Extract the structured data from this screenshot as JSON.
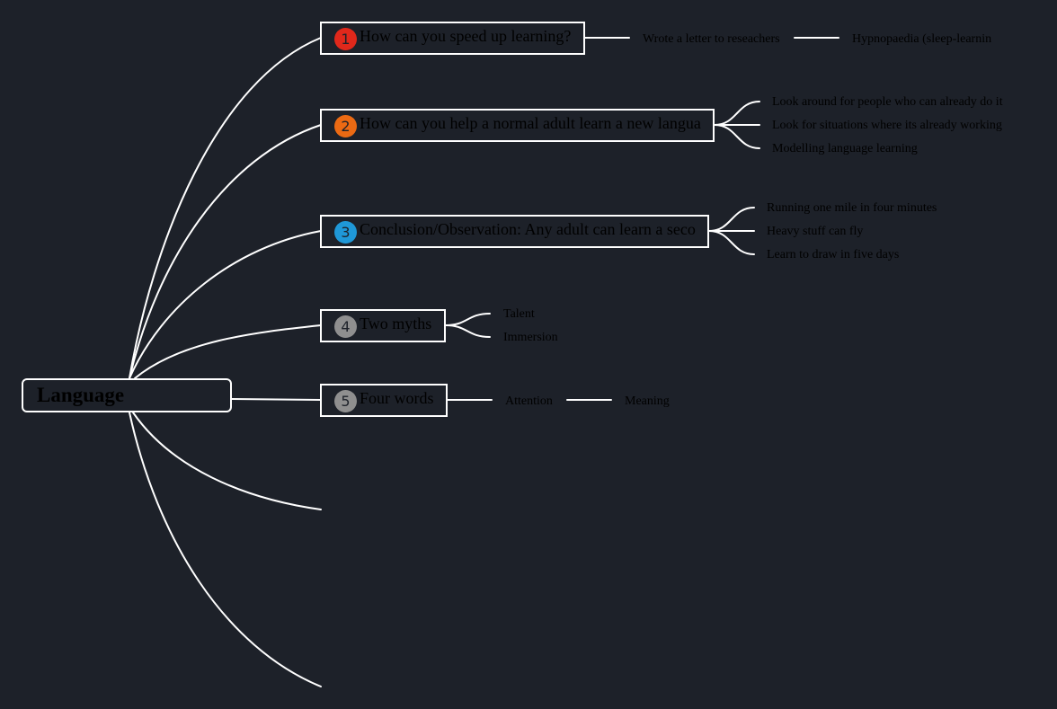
{
  "root": {
    "label": "Language"
  },
  "topics": [
    {
      "num": "1",
      "label": "How can you speed up learning?",
      "badge_color": "#e0281b"
    },
    {
      "num": "2",
      "label": "How can you help a normal adult learn a new langua",
      "badge_color": "#ec6a13"
    },
    {
      "num": "3",
      "label": "Conclusion/Observation: Any adult can learn a seco",
      "badge_color": "#1f98d8"
    },
    {
      "num": "4",
      "label": "Two myths",
      "badge_color": "#8f8f8f"
    },
    {
      "num": "5",
      "label": "Four words",
      "badge_color": "#8f8f8f"
    }
  ],
  "subtopics": {
    "t1": [
      "Wrote a letter to reseachers",
      "Hypnopaedia (sleep-learnin"
    ],
    "t2": [
      "Look around for people who can already do it",
      "Look for situations where its already working",
      "Modelling language learning"
    ],
    "t3": [
      "Running one mile in four minutes",
      "Heavy stuff can fly",
      "Learn to draw in five days"
    ],
    "t4": [
      "Talent",
      "Immersion"
    ],
    "t5": [
      "Attention",
      "Meaning"
    ]
  },
  "colors": {
    "background": "#1d2129",
    "lines": "#ffffff",
    "text": "#000000"
  }
}
